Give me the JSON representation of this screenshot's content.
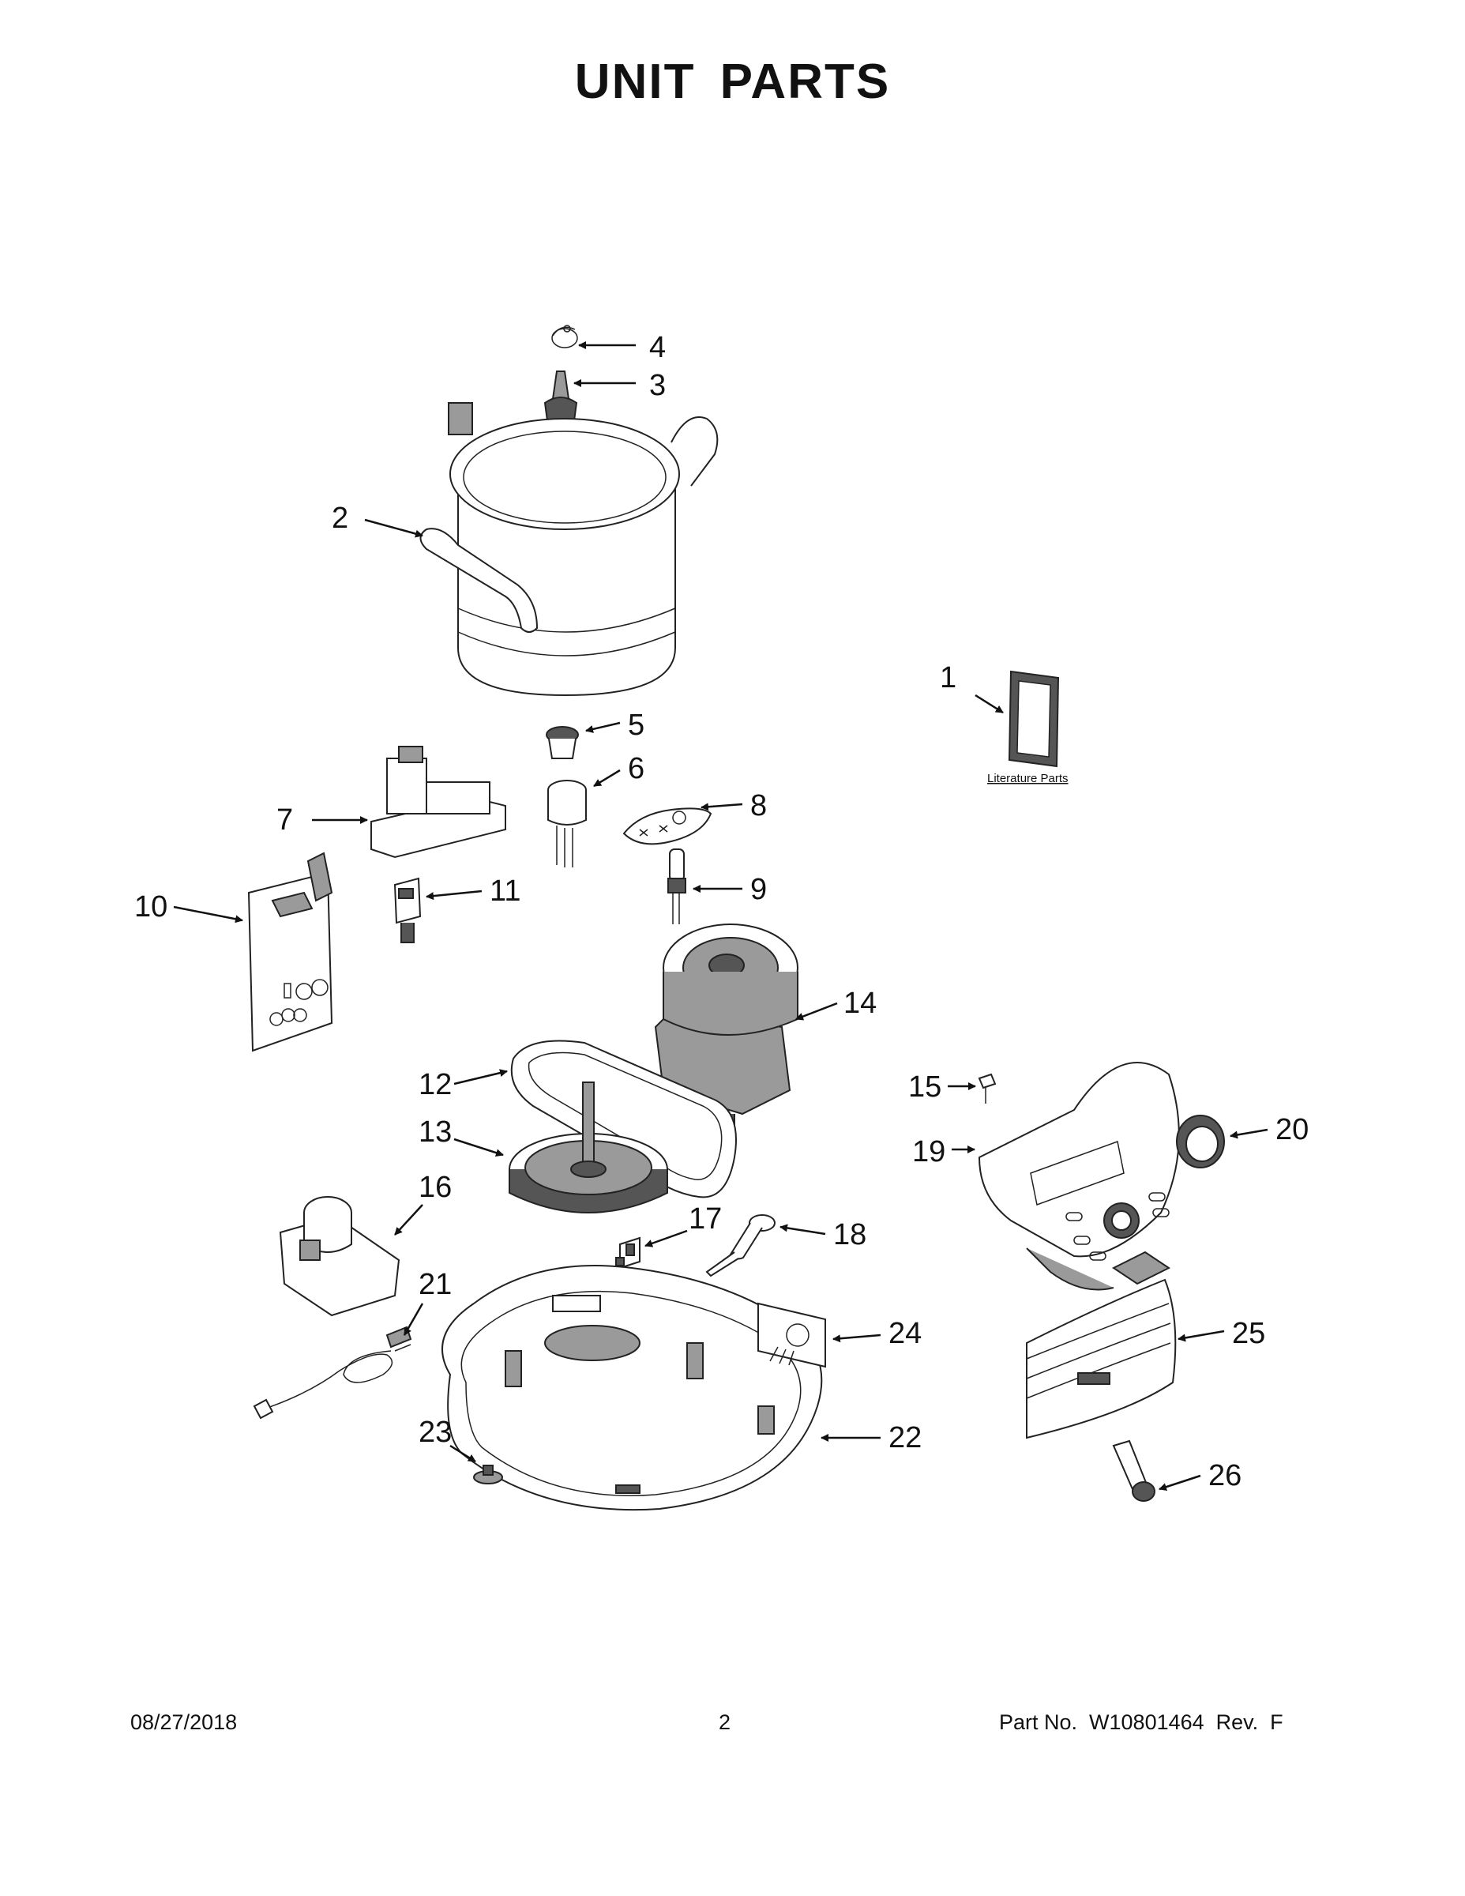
{
  "title": "UNIT  PARTS",
  "literature_label": "Literature Parts",
  "callouts": {
    "c1": "1",
    "c2": "2",
    "c3": "3",
    "c4": "4",
    "c5": "5",
    "c6": "6",
    "c7": "7",
    "c8": "8",
    "c9": "9",
    "c10": "10",
    "c11": "11",
    "c12": "12",
    "c13": "13",
    "c14": "14",
    "c15": "15",
    "c16": "16",
    "c17": "17",
    "c18": "18",
    "c19": "19",
    "c20": "20",
    "c21": "21",
    "c22": "22",
    "c23": "23",
    "c24": "24",
    "c25": "25",
    "c26": "26"
  },
  "footer": {
    "date": "08/27/2018",
    "page": "2",
    "part_no": "Part No.  W10801464  Rev.  F"
  }
}
